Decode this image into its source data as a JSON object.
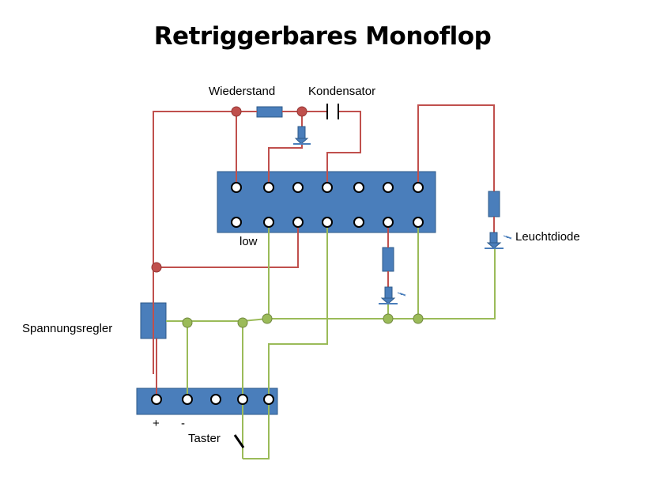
{
  "title": "Retriggerbares Monoflop",
  "labels": {
    "resistor": "Wiederstand",
    "capacitor": "Kondensator",
    "low": "low",
    "led": "Leuchtdiode",
    "regulator": "Spannungsregler",
    "plus": "+",
    "minus": "-",
    "button": "Taster"
  },
  "colors": {
    "chip_fill": "#4a7ebb",
    "chip_stroke": "#2e5a8a",
    "wire_red": "#c0504d",
    "wire_green": "#9bbb59",
    "node_red": "#c0504d",
    "node_green": "#9bbb59"
  }
}
